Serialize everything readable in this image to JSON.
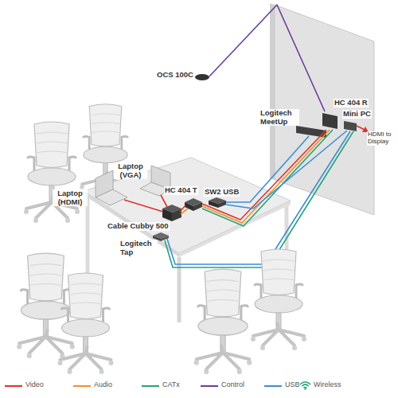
{
  "diagram": {
    "labels": [
      "OCS 100C",
      "HC 404 R",
      "Mini PC",
      "Logitech MeetUp",
      "HDMI to Display",
      "Laptop (VGA)",
      "Laptop (HDMI)",
      "HC 404 T",
      "SW2 USB",
      "Cable Cubby 500",
      "Logitech Tap"
    ],
    "legend": [
      {
        "text": "Video",
        "color": "#d9342b"
      },
      {
        "text": "Audio",
        "color": "#ef8f2a"
      },
      {
        "text": "CATx",
        "color": "#27a37a"
      },
      {
        "text": "Control",
        "color": "#6a3d9a"
      },
      {
        "text": "USB",
        "color": "#3b8fd4"
      },
      {
        "text": "Wireless"
      }
    ]
  }
}
